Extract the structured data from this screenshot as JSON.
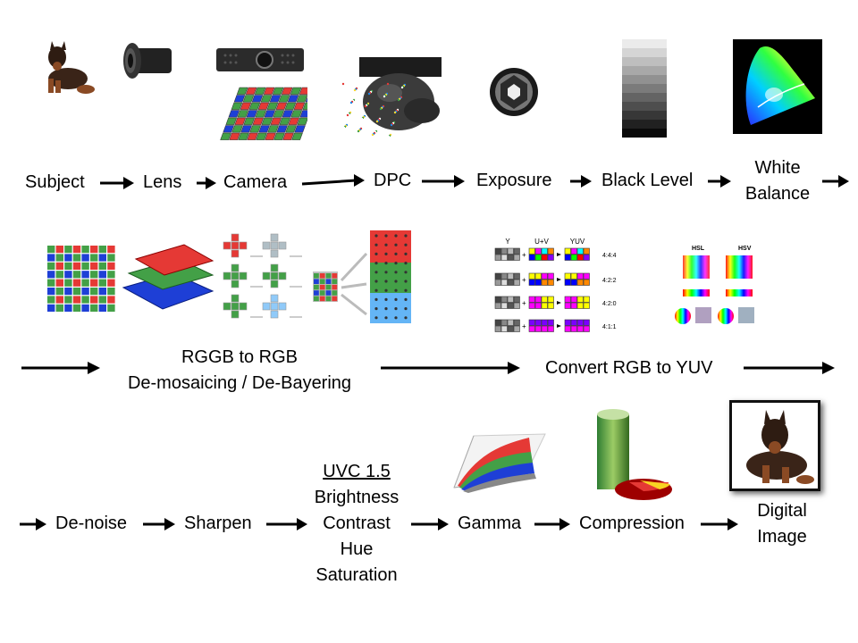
{
  "row1": {
    "labels": {
      "subject": "Subject",
      "lens": "Lens",
      "camera": "Camera",
      "dpc": "DPC",
      "exposure": "Exposure",
      "black_level": "Black Level",
      "white_balance_1": "White",
      "white_balance_2": "Balance"
    }
  },
  "row2": {
    "demosaic_1": "RGGB to RGB",
    "demosaic_2": "De-mosaicing / De-Bayering",
    "convert": "Convert RGB to YUV",
    "yuv": {
      "headers": [
        "Y",
        "U+V",
        "YUV"
      ],
      "rows": [
        "4:4:4",
        "4:2:2",
        "4:2:0",
        "4:1:1"
      ]
    },
    "color_models": [
      "HSL",
      "HSV"
    ]
  },
  "row3": {
    "denoise": "De-noise",
    "sharpen": "Sharpen",
    "uvc": {
      "title": "UVC 1.5",
      "items": [
        "Brightness",
        "Contrast",
        "Hue",
        "Saturation"
      ]
    },
    "gamma": "Gamma",
    "compression": "Compression",
    "digital_1": "Digital",
    "digital_2": "Image"
  },
  "colors": {
    "red": "#e53935",
    "green": "#43a047",
    "blue": "#1e3fd6",
    "arrow": "#000000"
  }
}
